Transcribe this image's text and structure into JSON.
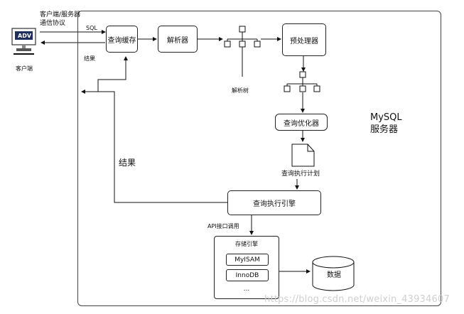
{
  "client": {
    "monitor_text": "ADV",
    "label": "客户端",
    "protocol_label": "客户端/服务器通信协议",
    "sql_label": "SQL",
    "result_label": "结果"
  },
  "server": {
    "title_line1": "MySQL",
    "title_line2": "服务器"
  },
  "nodes": {
    "query_cache": "查询缓存",
    "parser": "解析器",
    "preprocessor": "预处理器",
    "parse_tree": "解析树",
    "optimizer": "查询优化器",
    "execution_plan": "查询执行计划",
    "execution_engine": "查询执行引擎"
  },
  "labels": {
    "result_big": "结果",
    "api_call": "API接口调用"
  },
  "storage": {
    "title": "存储引擎",
    "engines": [
      "MyISAM",
      "InnoDB"
    ],
    "more": "...",
    "database": "数据"
  },
  "watermark": "https://blog.csdn.net/weixin_43934607"
}
